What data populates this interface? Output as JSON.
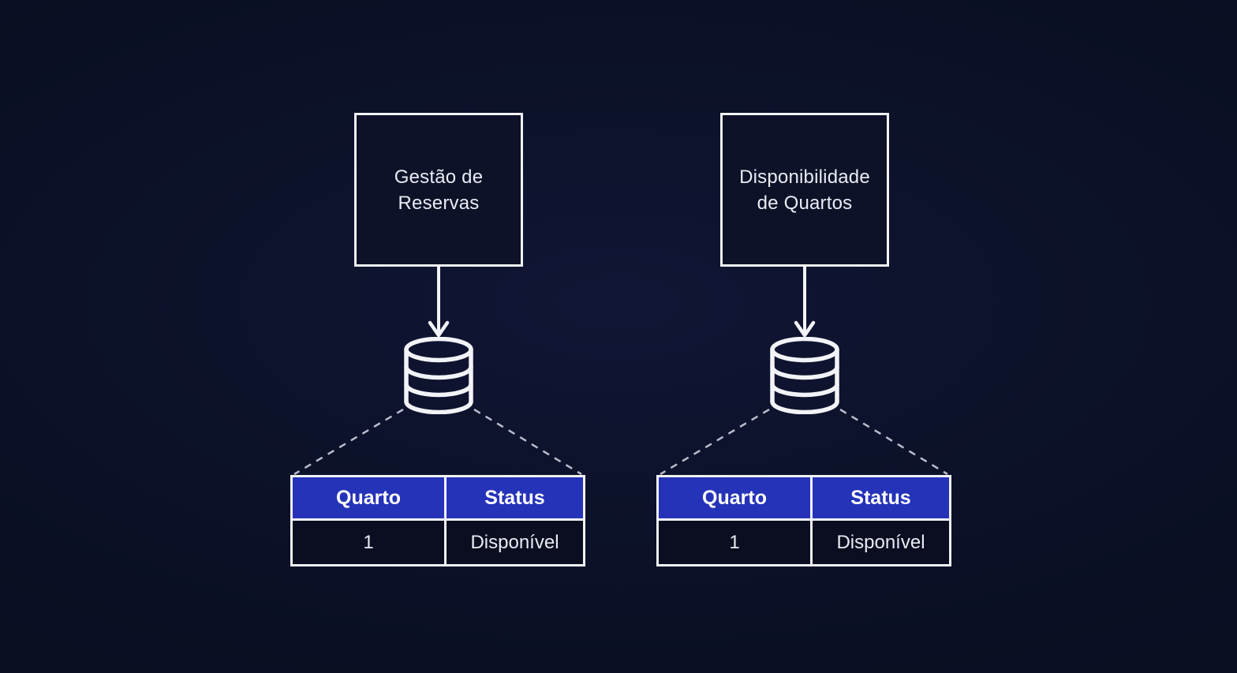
{
  "colors": {
    "background": "#0a0f21",
    "table_header_blue": "#2533b8",
    "line_white": "#f2f3f7",
    "text": "#e9ecf4"
  },
  "flows": [
    {
      "box": {
        "line1": "Gestão de",
        "line2": "Reservas"
      },
      "table": {
        "headers": {
          "col1": "Quarto",
          "col2": "Status"
        },
        "row": {
          "col1": "1",
          "col2": "Disponível"
        }
      }
    },
    {
      "box": {
        "line1": "Disponibilidade",
        "line2": "de Quartos"
      },
      "table": {
        "headers": {
          "col1": "Quarto",
          "col2": "Status"
        },
        "row": {
          "col1": "1",
          "col2": "Disponível"
        }
      }
    }
  ]
}
